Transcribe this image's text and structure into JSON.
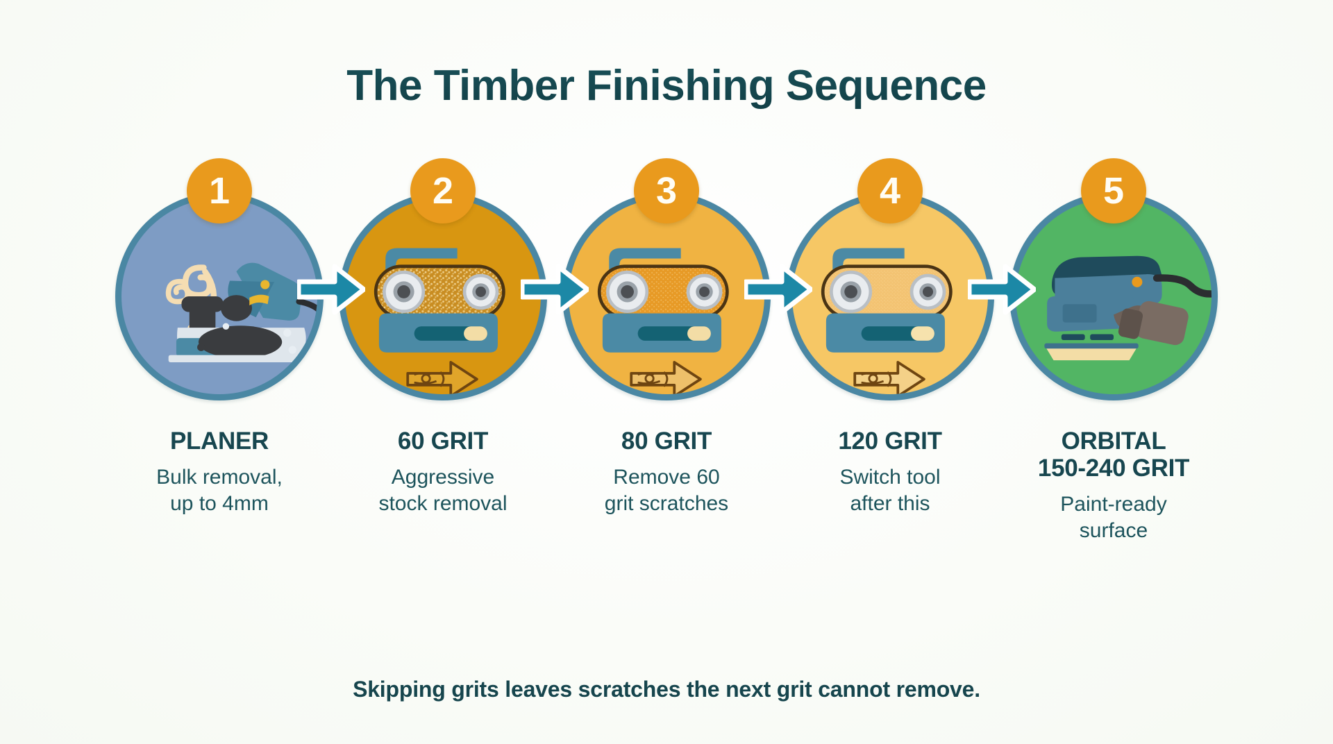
{
  "title": "The Timber Finishing Sequence",
  "footer": "Skipping grits leaves scratches the next grit cannot remove.",
  "colors": {
    "title": "#17464f",
    "badge": "#e99a1d",
    "ring": "#4a87a3",
    "arrow": "#1c88a6",
    "text": "#1d545c",
    "step1_fill": "#7e9cc4",
    "step2_fill": "#d89611",
    "step3_fill": "#f0b342",
    "step4_fill": "#f6c765",
    "step5_fill": "#52b564"
  },
  "steps": [
    {
      "number": "1",
      "title": "PLANER",
      "sub_line1": "Bulk removal,",
      "sub_line2": "up to 4mm",
      "icon": "power-planer-icon",
      "fill": "#7e9cc4",
      "has_grain_arrow": false
    },
    {
      "number": "2",
      "title": "60 GRIT",
      "sub_line1": "Aggressive",
      "sub_line2": "stock removal",
      "icon": "belt-sander-icon",
      "fill": "#d89611",
      "belt_color": "#c98d22",
      "has_grain_arrow": true
    },
    {
      "number": "3",
      "title": "80 GRIT",
      "sub_line1": "Remove 60",
      "sub_line2": "grit scratches",
      "icon": "belt-sander-icon",
      "fill": "#f0b342",
      "belt_color": "#e79a26",
      "has_grain_arrow": true
    },
    {
      "number": "4",
      "title": "120 GRIT",
      "sub_line1": "Switch tool",
      "sub_line2": "after this",
      "icon": "belt-sander-icon",
      "fill": "#f6c765",
      "belt_color": "#f3c372",
      "has_grain_arrow": true
    },
    {
      "number": "5",
      "title": "ORBITAL",
      "title_line2": "150-240 GRIT",
      "sub_line1": "Paint-ready",
      "sub_line2": "surface",
      "icon": "orbital-sander-icon",
      "fill": "#52b564",
      "has_grain_arrow": false
    }
  ],
  "connectors": [
    {
      "name": "arrow-1-2"
    },
    {
      "name": "arrow-2-3"
    },
    {
      "name": "arrow-3-4"
    },
    {
      "name": "arrow-4-5"
    }
  ]
}
